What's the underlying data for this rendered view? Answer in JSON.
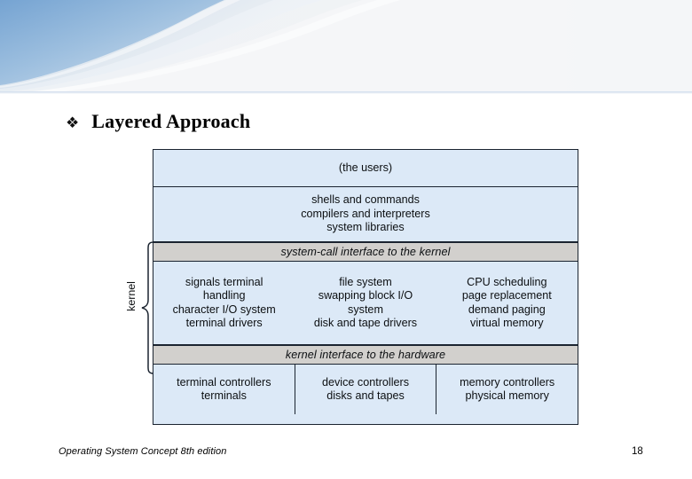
{
  "slide": {
    "title": "Layered Approach",
    "bullet_glyph": "❖",
    "footer": "Operating System Concept 8th edition",
    "page_number": "18"
  },
  "theme": {
    "band_blue": "#dce9f7",
    "band_grey": "#d2d0cd",
    "outline": "#1b2430",
    "header_blue": "#7fa8d4"
  },
  "diagram": {
    "kernel_bracket_label": "kernel",
    "rows": [
      {
        "id": "users",
        "style": "blue",
        "cells": [
          {
            "lines": [
              "(the users)"
            ]
          }
        ]
      },
      {
        "id": "shells",
        "style": "blue",
        "cells": [
          {
            "lines": [
              "shells and commands",
              "compilers and interpreters",
              "system libraries"
            ]
          }
        ]
      },
      {
        "id": "syscall-interface",
        "style": "grey-band",
        "text": "system-call interface to the kernel"
      },
      {
        "id": "kernel",
        "style": "blue",
        "cells": [
          {
            "lines": [
              "signals terminal",
              "handling",
              "character I/O system",
              "terminal drivers"
            ]
          },
          {
            "lines": [
              "file system",
              "swapping block I/O",
              "system",
              "disk and tape drivers"
            ]
          },
          {
            "lines": [
              "CPU scheduling",
              "page replacement",
              "demand paging",
              "virtual memory"
            ]
          }
        ]
      },
      {
        "id": "hardware-interface",
        "style": "grey-band",
        "text": "kernel interface to the hardware"
      },
      {
        "id": "hardware",
        "style": "blue",
        "cells": [
          {
            "lines": [
              "terminal controllers",
              "terminals"
            ]
          },
          {
            "lines": [
              "device controllers",
              "disks and tapes"
            ]
          },
          {
            "lines": [
              "memory controllers",
              "physical memory"
            ]
          }
        ]
      }
    ]
  }
}
